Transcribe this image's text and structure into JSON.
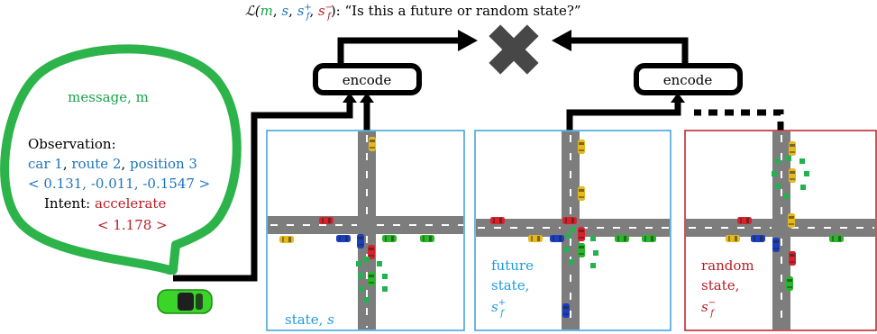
{
  "header": {
    "loss_symbol": "ℒ(",
    "arg_m": "m",
    "arg_s": "s",
    "arg_sf_plus": "s",
    "arg_sf_minus": "s",
    "sup_plus": "+",
    "sup_minus": "−",
    "sub_f": "f",
    "comma": ", ",
    "close": "): ",
    "question": "“Is this a future or random state?”"
  },
  "encoders": {
    "left_label": "encode",
    "right_label": "encode"
  },
  "bubble": {
    "message_label": "message, m",
    "observation_title": "Observation:",
    "obs_line1_parts": [
      "car 1",
      ", ",
      "route 2",
      ", ",
      "position 3"
    ],
    "obs_line2": "< 0.131, -0.011, -0.1547 >",
    "intent_label": "Intent: ",
    "intent_value": "accelerate",
    "intent_vector": "< 1.178 >"
  },
  "panels": {
    "state_label": "state, ",
    "state_symbol": "s",
    "future_label_line1": "future",
    "future_label_line2": "state,",
    "future_symbol": "s",
    "random_label_line1": "random",
    "random_label_line2": "state,",
    "random_symbol": "s"
  },
  "colors": {
    "green": "#1aa34a",
    "blue": "#1e73be",
    "red": "#b81d24",
    "panel_blue": "#3aa0d8",
    "panel_red": "#b81d24",
    "road": "#7d7d7d",
    "black": "#000000"
  },
  "icons": {
    "cross": "x-icon",
    "car": "car-icon"
  }
}
